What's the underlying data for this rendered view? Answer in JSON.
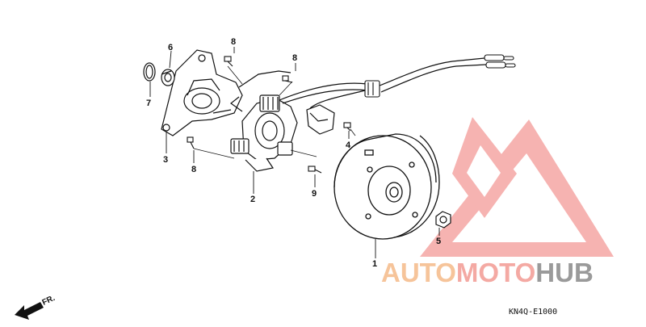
{
  "diagram": {
    "callouts": [
      "1",
      "2",
      "3",
      "4",
      "5",
      "6",
      "7",
      "8",
      "8",
      "8",
      "9"
    ],
    "diagram_code": "KN4Q-E1000",
    "direction_label": "FR."
  },
  "watermark": {
    "part1": "AUTO",
    "part2": "MOTO",
    "part3": "HUB",
    "color_orange": "#f6c49a",
    "color_red": "#f4a9a3",
    "color_gray": "#9a9a9a"
  }
}
